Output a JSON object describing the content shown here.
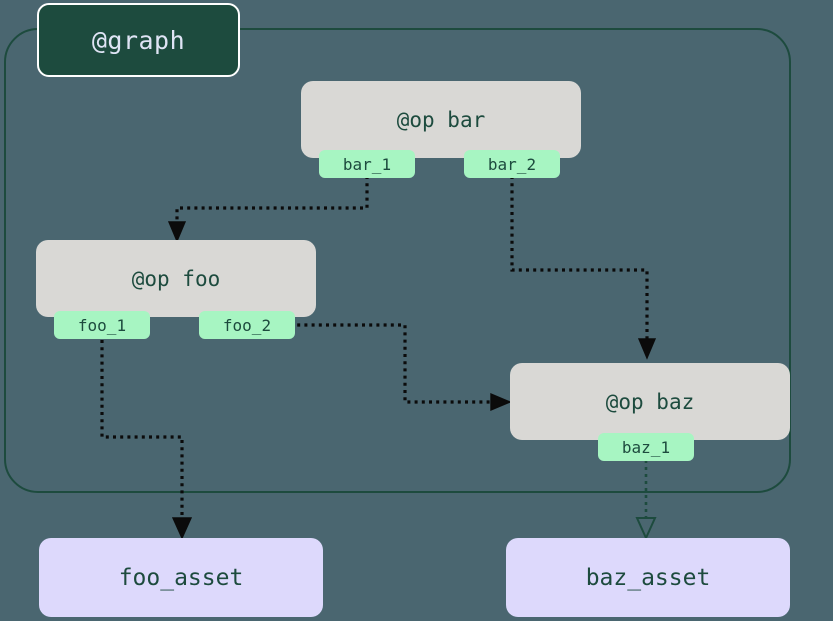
{
  "background_color": "#4a6670",
  "graph": {
    "label": "@graph",
    "label_bg": "#1d4b3e",
    "label_text_color": "#dfe4f5",
    "border_color": "#1d4b3e"
  },
  "ops": [
    {
      "id": "bar",
      "label": "@op bar",
      "fill": "#d9d8d5",
      "text_color": "#1d4b3e",
      "outputs": [
        {
          "name": "bar_1",
          "label": "bar_1"
        },
        {
          "name": "bar_2",
          "label": "bar_2"
        }
      ]
    },
    {
      "id": "foo",
      "label": "@op foo",
      "fill": "#d9d8d5",
      "text_color": "#1d4b3e",
      "outputs": [
        {
          "name": "foo_1",
          "label": "foo_1"
        },
        {
          "name": "foo_2",
          "label": "foo_2"
        }
      ]
    },
    {
      "id": "baz",
      "label": "@op baz",
      "fill": "#d9d8d5",
      "text_color": "#1d4b3e",
      "outputs": [
        {
          "name": "baz_1",
          "label": "baz_1"
        }
      ]
    }
  ],
  "ports": {
    "bar_1": "bar_1",
    "bar_2": "bar_2",
    "foo_1": "foo_1",
    "foo_2": "foo_2",
    "baz_1": "baz_1",
    "fill": "#a7f5c2"
  },
  "assets": [
    {
      "id": "foo_asset",
      "label": "foo_asset",
      "fill": "#ddd9fc",
      "text_color": "#1d4b3e"
    },
    {
      "id": "baz_asset",
      "label": "baz_asset",
      "fill": "#ddd9fc",
      "text_color": "#1d4b3e"
    }
  ],
  "edges": [
    {
      "from": "bar_1",
      "to": "foo",
      "style": "dotted",
      "color": "#0b0b0b",
      "arrow": "filled"
    },
    {
      "from": "bar_2",
      "to": "baz",
      "style": "dotted",
      "color": "#0b0b0b",
      "arrow": "filled"
    },
    {
      "from": "foo_2",
      "to": "baz",
      "style": "dotted",
      "color": "#0b0b0b",
      "arrow": "filled"
    },
    {
      "from": "foo_1",
      "to": "foo_asset",
      "style": "dotted",
      "color": "#0b0b0b",
      "arrow": "filled"
    },
    {
      "from": "baz_1",
      "to": "baz_asset",
      "style": "dotted",
      "color": "#1d4b3e",
      "arrow": "hollow"
    }
  ]
}
